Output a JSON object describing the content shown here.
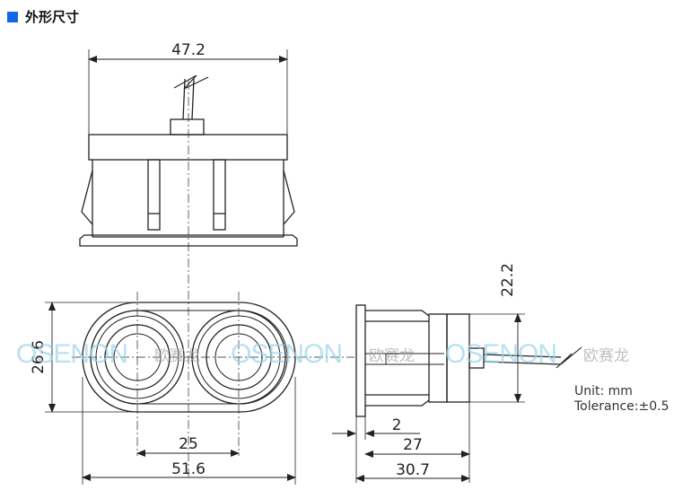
{
  "header": {
    "title": "外形尺寸",
    "accent_color": "#1565e8"
  },
  "dimensions": {
    "top_width": "47.2",
    "front_height": "26.6",
    "front_hole_spacing": "25",
    "front_width": "51.6",
    "side_height": "22.2",
    "side_flange": "2",
    "side_body": "27",
    "side_total": "30.7"
  },
  "watermark": {
    "brand": "OSENON",
    "chinese": "欧赛龙",
    "color": "#9bd5ea"
  },
  "notes": {
    "unit": "Unit:  mm",
    "tolerance": "Tolerance:±0.5"
  }
}
